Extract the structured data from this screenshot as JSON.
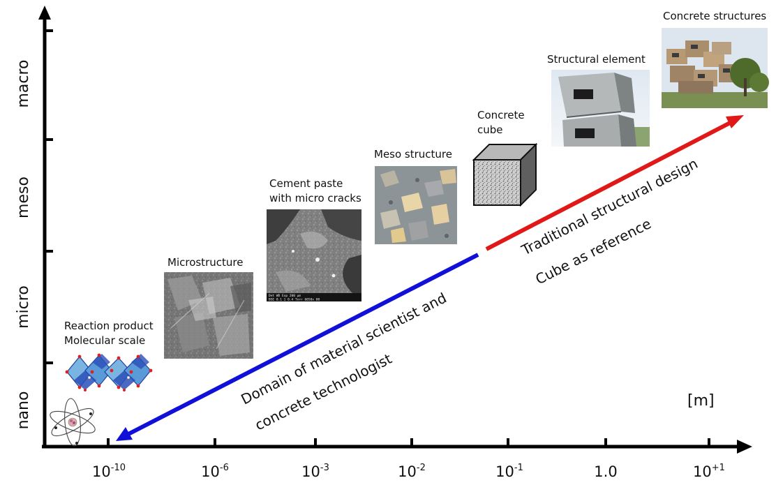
{
  "y_axis": {
    "levels": [
      "nano",
      "micro",
      "meso",
      "macro"
    ]
  },
  "x_axis": {
    "unit": "[m]",
    "ticks": [
      {
        "base": "10",
        "exp": "-10"
      },
      {
        "base": "10",
        "exp": "-6"
      },
      {
        "base": "10",
        "exp": "-3"
      },
      {
        "base": "10",
        "exp": "-2"
      },
      {
        "base": "10",
        "exp": "-1"
      },
      {
        "base": "1.0",
        "exp": ""
      },
      {
        "base": "10",
        "exp": "+1"
      }
    ]
  },
  "items": {
    "reaction_product": [
      "Reaction product",
      "Molecular scale"
    ],
    "microstructure": [
      "Microstructure"
    ],
    "cement_paste": [
      "Cement paste",
      "with micro cracks"
    ],
    "meso_structure": [
      "Meso structure"
    ],
    "concrete_cube": [
      "Concrete",
      "cube"
    ],
    "structural_element": [
      "Structural element"
    ],
    "concrete_structures": [
      "Concrete structures"
    ]
  },
  "diagonal_labels": {
    "material_line1": "Domain of material scientist and",
    "material_line2": "concrete technologist",
    "design_line1": "Traditional structural design",
    "design_line2": "Cube as reference"
  },
  "sem_caption": {
    "line1": "Det  WD  Exp                200 μm",
    "line2": "BSE 8.1  1     0.4 Torr 6050x 00"
  },
  "colors": {
    "material_arrow": "#1010d8",
    "design_arrow": "#e01818",
    "axis": "#000000"
  }
}
